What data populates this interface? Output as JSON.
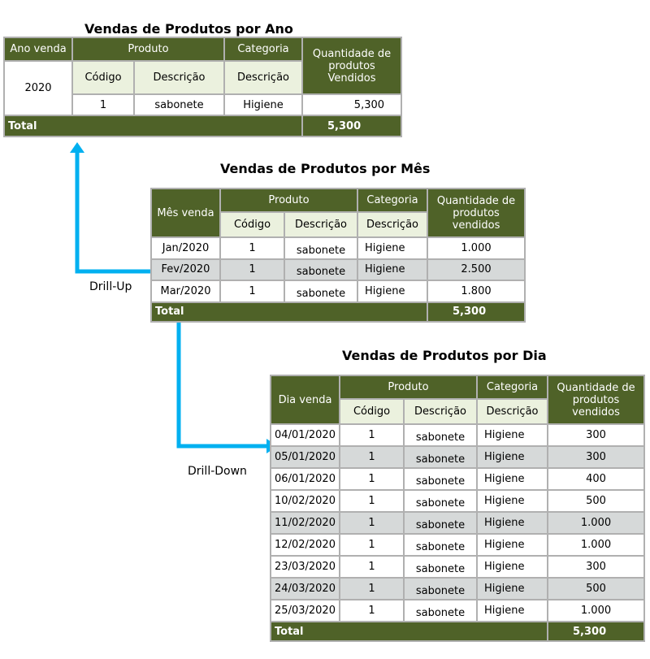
{
  "colors": {
    "header": "#4f6228",
    "subheader": "#ebf1de",
    "alt_row": "#d6d9d9",
    "arrow": "#00b0f0"
  },
  "arrows": {
    "drill_up": "Drill-Up",
    "drill_down": "Drill-Down"
  },
  "tables": [
    {
      "id": "ano",
      "title": "Vendas de Produtos por Ano",
      "period_header": "Ano venda",
      "group_produto": "Produto",
      "group_categoria": "Categoria",
      "qty_header": "Quantidade de produtos Vendidos",
      "sub": [
        "Código",
        "Descrição",
        "Descrição"
      ],
      "rows": [
        {
          "period": "2020",
          "codigo": "1",
          "descricao": "sabonete",
          "categoria": "Higiene",
          "qtd": "5,300",
          "alt": false
        }
      ],
      "total_label": "Total",
      "total": "5,300"
    },
    {
      "id": "mes",
      "title": "Vendas de Produtos por Mês",
      "period_header": "Mês venda",
      "group_produto": "Produto",
      "group_categoria": "Categoria",
      "qty_header": "Quantidade de produtos vendidos",
      "sub": [
        "Código",
        "Descrição",
        "Descrição"
      ],
      "rows": [
        {
          "period": "Jan/2020",
          "codigo": "1",
          "descricao": "sabonete",
          "categoria": "Higiene",
          "qtd": "1.000",
          "alt": false
        },
        {
          "period": "Fev/2020",
          "codigo": "1",
          "descricao": "sabonete",
          "categoria": "Higiene",
          "qtd": "2.500",
          "alt": true
        },
        {
          "period": "Mar/2020",
          "codigo": "1",
          "descricao": "sabonete",
          "categoria": "Higiene",
          "qtd": "1.800",
          "alt": false
        }
      ],
      "total_label": "Total",
      "total": "5,300"
    },
    {
      "id": "dia",
      "title": "Vendas de Produtos por Dia",
      "period_header": "Dia venda",
      "group_produto": "Produto",
      "group_categoria": "Categoria",
      "qty_header": "Quantidade de produtos vendidos",
      "sub": [
        "Código",
        "Descrição",
        "Descrição"
      ],
      "rows": [
        {
          "period": "04/01/2020",
          "codigo": "1",
          "descricao": "sabonete",
          "categoria": "Higiene",
          "qtd": "300",
          "alt": false
        },
        {
          "period": "05/01/2020",
          "codigo": "1",
          "descricao": "sabonete",
          "categoria": "Higiene",
          "qtd": "300",
          "alt": true
        },
        {
          "period": "06/01/2020",
          "codigo": "1",
          "descricao": "sabonete",
          "categoria": "Higiene",
          "qtd": "400",
          "alt": false
        },
        {
          "period": "10/02/2020",
          "codigo": "1",
          "descricao": "sabonete",
          "categoria": "Higiene",
          "qtd": "500",
          "alt": false
        },
        {
          "period": "11/02/2020",
          "codigo": "1",
          "descricao": "sabonete",
          "categoria": "Higiene",
          "qtd": "1.000",
          "alt": true
        },
        {
          "period": "12/02/2020",
          "codigo": "1",
          "descricao": "sabonete",
          "categoria": "Higiene",
          "qtd": "1.000",
          "alt": false
        },
        {
          "period": "23/03/2020",
          "codigo": "1",
          "descricao": "sabonete",
          "categoria": "Higiene",
          "qtd": "300",
          "alt": false
        },
        {
          "period": "24/03/2020",
          "codigo": "1",
          "descricao": "sabonete",
          "categoria": "Higiene",
          "qtd": "500",
          "alt": true
        },
        {
          "period": "25/03/2020",
          "codigo": "1",
          "descricao": "sabonete",
          "categoria": "Higiene",
          "qtd": "1.000",
          "alt": false
        }
      ],
      "total_label": "Total",
      "total": "5,300"
    }
  ]
}
